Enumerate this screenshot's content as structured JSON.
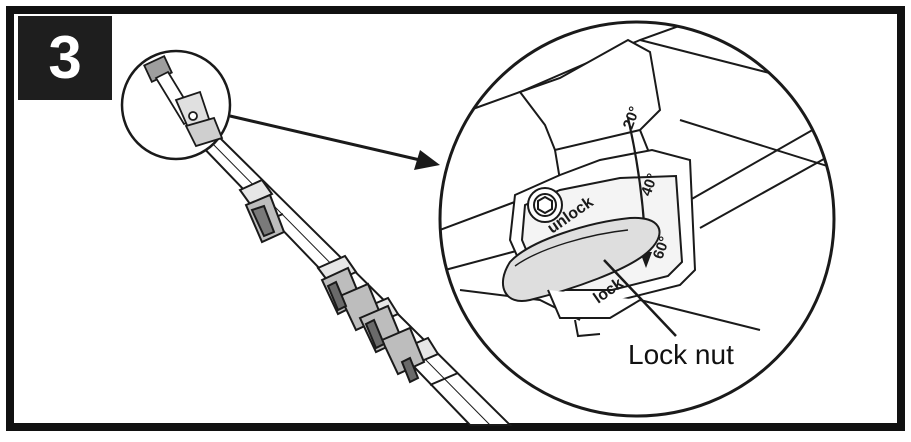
{
  "step": {
    "number": "3"
  },
  "diagram": {
    "callout_label": "Lock nut",
    "dial_labels": {
      "unlock": "unlock",
      "lock": "lock",
      "angle_20": "20°",
      "angle_40": "40°",
      "angle_60": "60°"
    }
  },
  "colors": {
    "frame": "#111111",
    "badge_bg": "#1e1e1e",
    "line": "#1a1a1a",
    "fill_light": "#ffffff",
    "fill_grey": "#d9d9d9"
  }
}
